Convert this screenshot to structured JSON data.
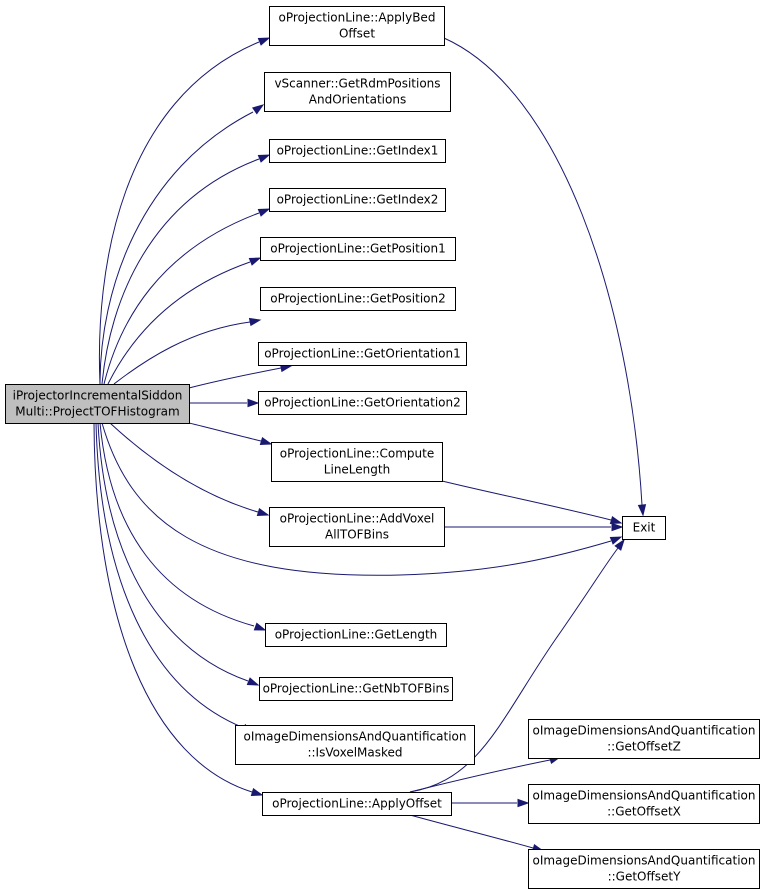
{
  "graph": {
    "edge_color": "#191970",
    "root_fill": "#bfbfbf",
    "nodes": [
      {
        "id": "root",
        "lines": [
          "iProjectorIncrementalSiddon",
          "Multi::ProjectTOFHistogram"
        ],
        "root": true
      },
      {
        "id": "applybed",
        "lines": [
          "oProjectionLine::ApplyBed",
          "Offset"
        ]
      },
      {
        "id": "getrdm",
        "lines": [
          "vScanner::GetRdmPositions",
          "AndOrientations"
        ]
      },
      {
        "id": "idx1",
        "lines": [
          "oProjectionLine::GetIndex1"
        ]
      },
      {
        "id": "idx2",
        "lines": [
          "oProjectionLine::GetIndex2"
        ]
      },
      {
        "id": "pos1",
        "lines": [
          "oProjectionLine::GetPosition1"
        ]
      },
      {
        "id": "pos2",
        "lines": [
          "oProjectionLine::GetPosition2"
        ]
      },
      {
        "id": "ori1",
        "lines": [
          "oProjectionLine::GetOrientation1"
        ]
      },
      {
        "id": "ori2",
        "lines": [
          "oProjectionLine::GetOrientation2"
        ]
      },
      {
        "id": "complen",
        "lines": [
          "oProjectionLine::Compute",
          "LineLength"
        ]
      },
      {
        "id": "addvox",
        "lines": [
          "oProjectionLine::AddVoxel",
          "AllTOFBins"
        ]
      },
      {
        "id": "exit",
        "lines": [
          "Exit"
        ]
      },
      {
        "id": "getlen",
        "lines": [
          "oProjectionLine::GetLength"
        ]
      },
      {
        "id": "nbtof",
        "lines": [
          "oProjectionLine::GetNbTOFBins"
        ]
      },
      {
        "id": "masked",
        "lines": [
          "oImageDimensionsAndQuantification",
          "::IsVoxelMasked"
        ]
      },
      {
        "id": "applyoff",
        "lines": [
          "oProjectionLine::ApplyOffset"
        ]
      },
      {
        "id": "offz",
        "lines": [
          "oImageDimensionsAndQuantification",
          "::GetOffsetZ"
        ]
      },
      {
        "id": "offx",
        "lines": [
          "oImageDimensionsAndQuantification",
          "::GetOffsetX"
        ]
      },
      {
        "id": "offy",
        "lines": [
          "oImageDimensionsAndQuantification",
          "::GetOffsetY"
        ]
      }
    ],
    "edges": [
      {
        "from": "root",
        "to": "applybed"
      },
      {
        "from": "root",
        "to": "getrdm"
      },
      {
        "from": "root",
        "to": "idx1"
      },
      {
        "from": "root",
        "to": "idx2"
      },
      {
        "from": "root",
        "to": "pos1"
      },
      {
        "from": "root",
        "to": "pos2"
      },
      {
        "from": "root",
        "to": "ori1"
      },
      {
        "from": "root",
        "to": "ori2"
      },
      {
        "from": "root",
        "to": "complen"
      },
      {
        "from": "root",
        "to": "addvox"
      },
      {
        "from": "root",
        "to": "exit"
      },
      {
        "from": "root",
        "to": "getlen"
      },
      {
        "from": "root",
        "to": "nbtof"
      },
      {
        "from": "root",
        "to": "masked"
      },
      {
        "from": "root",
        "to": "applyoff"
      },
      {
        "from": "applybed",
        "to": "exit"
      },
      {
        "from": "complen",
        "to": "exit"
      },
      {
        "from": "addvox",
        "to": "exit"
      },
      {
        "from": "applyoff",
        "to": "exit"
      },
      {
        "from": "applyoff",
        "to": "offz"
      },
      {
        "from": "applyoff",
        "to": "offx"
      },
      {
        "from": "applyoff",
        "to": "offy"
      }
    ]
  }
}
